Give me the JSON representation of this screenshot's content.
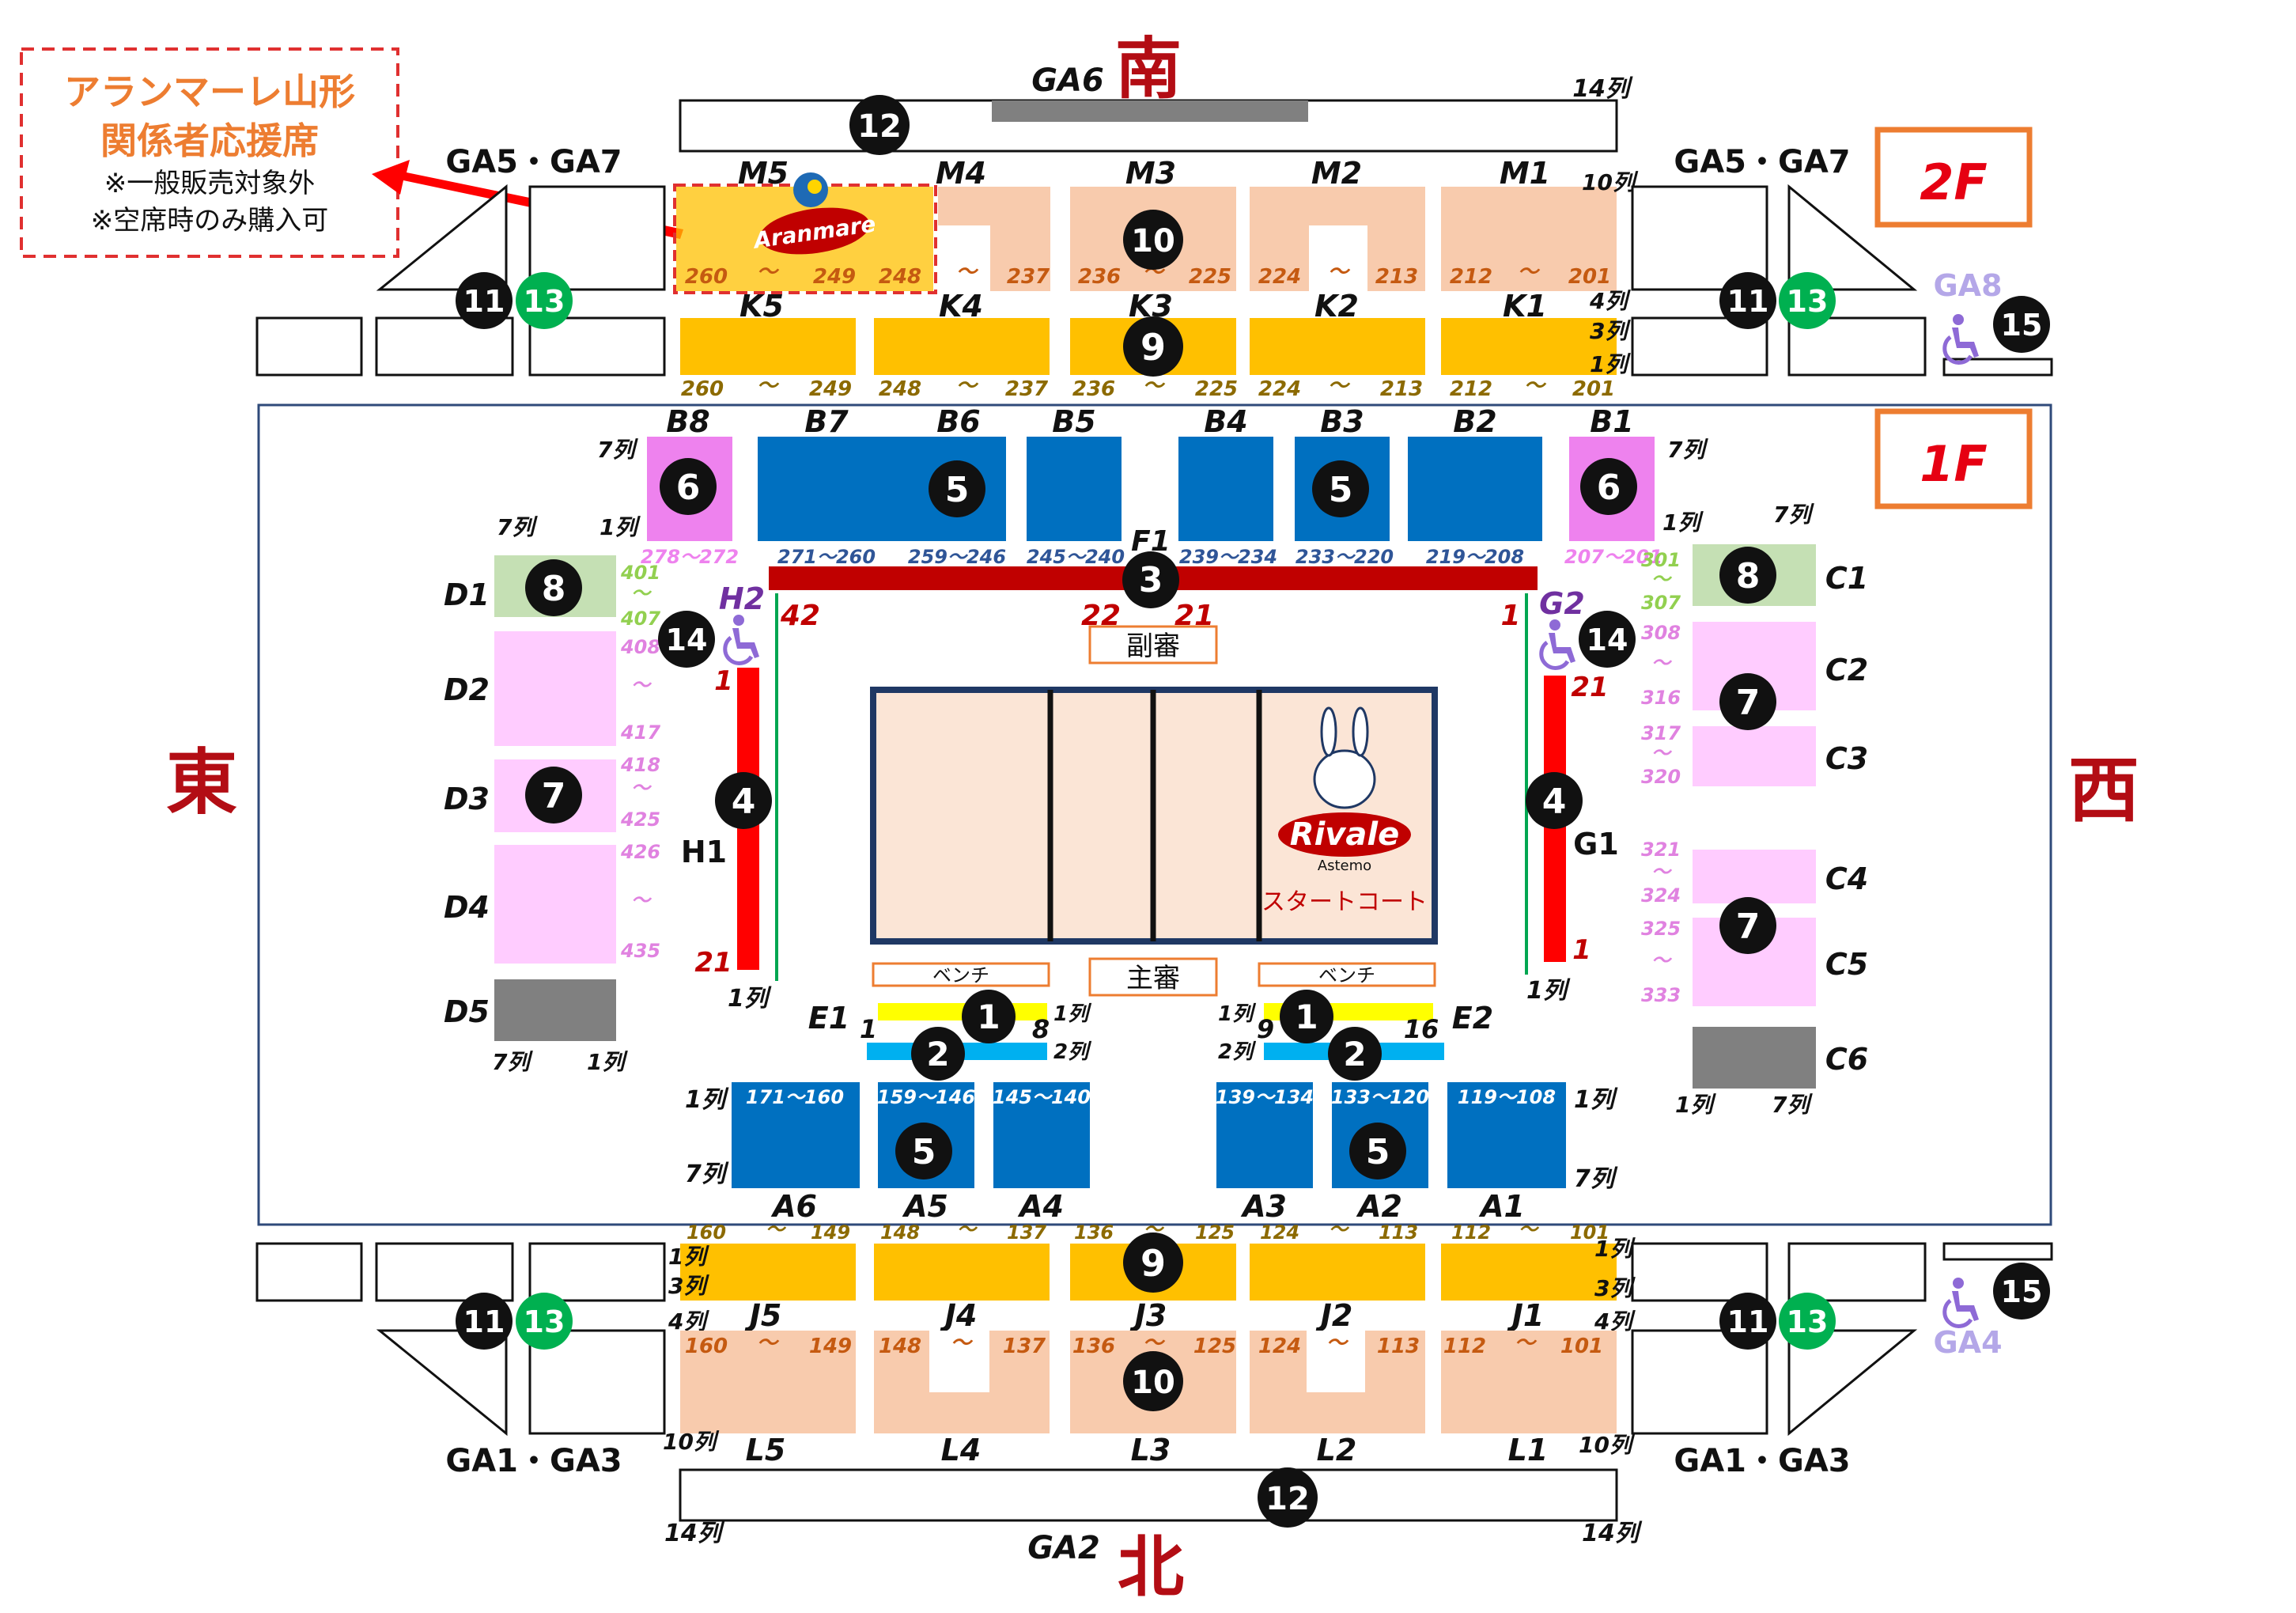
{
  "title_box": {
    "line1": "アランマーレ山形",
    "line2": "関係者応援席",
    "note1": "※一般販売対象外",
    "note2": "※空席時のみ購入可"
  },
  "directions": {
    "south": "南",
    "north": "北",
    "east": "東",
    "west": "西"
  },
  "floors": {
    "f2": "2F",
    "f1": "1F"
  },
  "general": {
    "ga6": "GA6",
    "ga2": "GA2",
    "ga57": "GA5・GA7",
    "ga13": "GA1・GA3",
    "ga8": "GA8",
    "ga4": "GA4",
    "rows14": "14列",
    "rows10": "10列",
    "rows4": "4列",
    "rows3": "3列",
    "rows1": "1列",
    "rows7": "7列",
    "rows2": "2列"
  },
  "court": {
    "vice_referee": "副審",
    "referee": "主審",
    "bench": "ベンチ",
    "start_court": "スタートコート",
    "logo": "Rivale",
    "logo_sub": "Astemo"
  },
  "aranmare_logo": "Aranmare",
  "sections": {
    "M5": "M5",
    "M4": "M4",
    "M3": "M3",
    "M2": "M2",
    "M1": "M1",
    "K5": "K5",
    "K4": "K4",
    "K3": "K3",
    "K2": "K2",
    "K1": "K1",
    "B8": "B8",
    "B7": "B7",
    "B6": "B6",
    "B5": "B5",
    "B4": "B4",
    "B3": "B3",
    "B2": "B2",
    "B1": "B1",
    "F1": "F1",
    "H2": "H2",
    "G2": "G2",
    "H1": "H1",
    "G1": "G1",
    "E1": "E1",
    "E2": "E2",
    "D1": "D1",
    "D2": "D2",
    "D3": "D3",
    "D4": "D4",
    "D5": "D5",
    "C1": "C1",
    "C2": "C2",
    "C3": "C3",
    "C4": "C4",
    "C5": "C5",
    "C6": "C6",
    "A6": "A6",
    "A5": "A5",
    "A4": "A4",
    "A3": "A3",
    "A2": "A2",
    "A1": "A1",
    "J5": "J5",
    "J4": "J4",
    "J3": "J3",
    "J2": "J2",
    "J1": "J1",
    "L5": "L5",
    "L4": "L4",
    "L3": "L3",
    "L2": "L2",
    "L1": "L1"
  },
  "seat_ranges": {
    "m_row": [
      "260",
      "～",
      "249",
      "248",
      "～",
      "237",
      "236",
      "～",
      "225",
      "224",
      "～",
      "213",
      "212",
      "～",
      "201"
    ],
    "k_row": [
      "260",
      "～",
      "249",
      "248",
      "～",
      "237",
      "236",
      "～",
      "225",
      "224",
      "～",
      "213",
      "212",
      "～",
      "201"
    ],
    "b_row": [
      "278～272",
      "271～260",
      "259～246",
      "245～240",
      "239～234",
      "233～220",
      "219～208",
      "207～201"
    ],
    "a_row": [
      "171～160",
      "159～146",
      "145～140",
      "139～134",
      "133～120",
      "119～108"
    ],
    "j_top": [
      "160",
      "～",
      "149",
      "148",
      "～",
      "137",
      "136",
      "～",
      "125",
      "124",
      "～",
      "113",
      "112",
      "～",
      "101"
    ],
    "l_row": [
      "160",
      "～",
      "149",
      "148",
      "～",
      "137",
      "136",
      "～",
      "125",
      "124",
      "～",
      "113",
      "112",
      "～",
      "101"
    ],
    "d": [
      "401",
      "～",
      "407",
      "408",
      "～",
      "417",
      "418",
      "～",
      "425",
      "426",
      "～",
      "435"
    ],
    "c": [
      "301",
      "～",
      "307",
      "308",
      "～",
      "316",
      "317",
      "～",
      "320",
      "321",
      "～",
      "324",
      "325",
      "～",
      "333"
    ],
    "f1_nums": [
      "42",
      "22",
      "21",
      "1"
    ],
    "h_nums": [
      "1",
      "21"
    ],
    "g_nums": [
      "21",
      "1"
    ],
    "e1_nums": [
      "1",
      "8"
    ],
    "e2_nums": [
      "9",
      "16"
    ]
  },
  "badges": [
    "1",
    "2",
    "3",
    "4",
    "5",
    "6",
    "7",
    "8",
    "9",
    "10",
    "11",
    "12",
    "13",
    "14",
    "15"
  ],
  "colors": {
    "orange_seat": "#ffc000",
    "peach_seat": "#f8cbad",
    "blue_seat": "#0070c0",
    "magenta_seat": "#ee82ee",
    "pink_seat": "#ffccff",
    "green_seat": "#c5e0b4",
    "gray_seat": "#808080",
    "red_accent": "#c00000",
    "title_orange": "#ed7d31",
    "wheelchair": "#7030a0",
    "green_badge": "#00b050"
  }
}
